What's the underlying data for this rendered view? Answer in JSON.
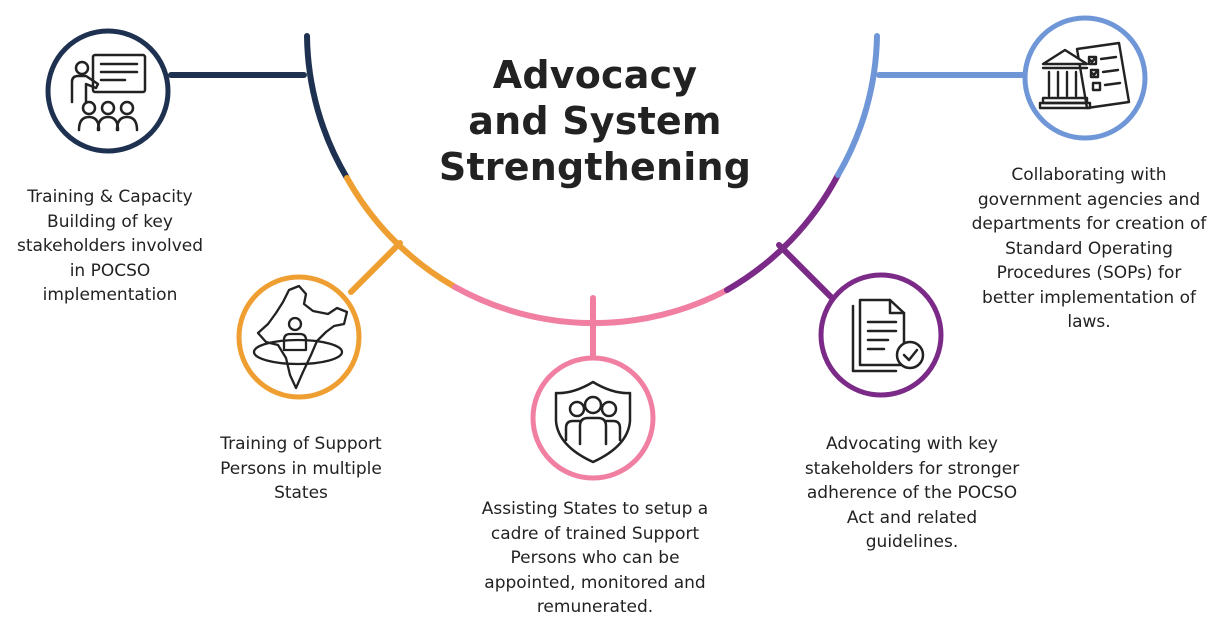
{
  "title": {
    "line1": "Advocacy",
    "line2": "and System",
    "line3": "Strengthening"
  },
  "colors": {
    "navy": "#1f3150",
    "orange": "#ef9f32",
    "pink": "#f07fa2",
    "purple": "#7b2a88",
    "blue": "#6f97d8",
    "icon_stroke": "#222222"
  },
  "nodes": [
    {
      "id": "training-capacity",
      "icon": "presentation-training-icon",
      "color": "navy",
      "lines": [
        "Training & Capacity",
        "Building of key",
        "stakeholders involved",
        "in POCSO",
        "implementation"
      ]
    },
    {
      "id": "support-persons-training",
      "icon": "india-map-person-icon",
      "color": "orange",
      "lines": [
        "Training of Support",
        "Persons in multiple",
        "States"
      ]
    },
    {
      "id": "assisting-states",
      "icon": "shield-group-icon",
      "color": "pink",
      "lines": [
        "Assisting States to setup a",
        "cadre of trained Support",
        "Persons who can be",
        "appointed, monitored and",
        "remunerated."
      ]
    },
    {
      "id": "advocating",
      "icon": "document-check-icon",
      "color": "purple",
      "lines": [
        "Advocating with key",
        "stakeholders for stronger",
        "adherence of the POCSO",
        "Act and related",
        "guidelines."
      ]
    },
    {
      "id": "collaborating",
      "icon": "government-building-checklist-icon",
      "color": "blue",
      "lines": [
        "Collaborating with",
        "government agencies and",
        "departments for creation of",
        "Standard Operating",
        "Procedures (SOPs) for",
        "better implementation of",
        "laws."
      ]
    }
  ]
}
